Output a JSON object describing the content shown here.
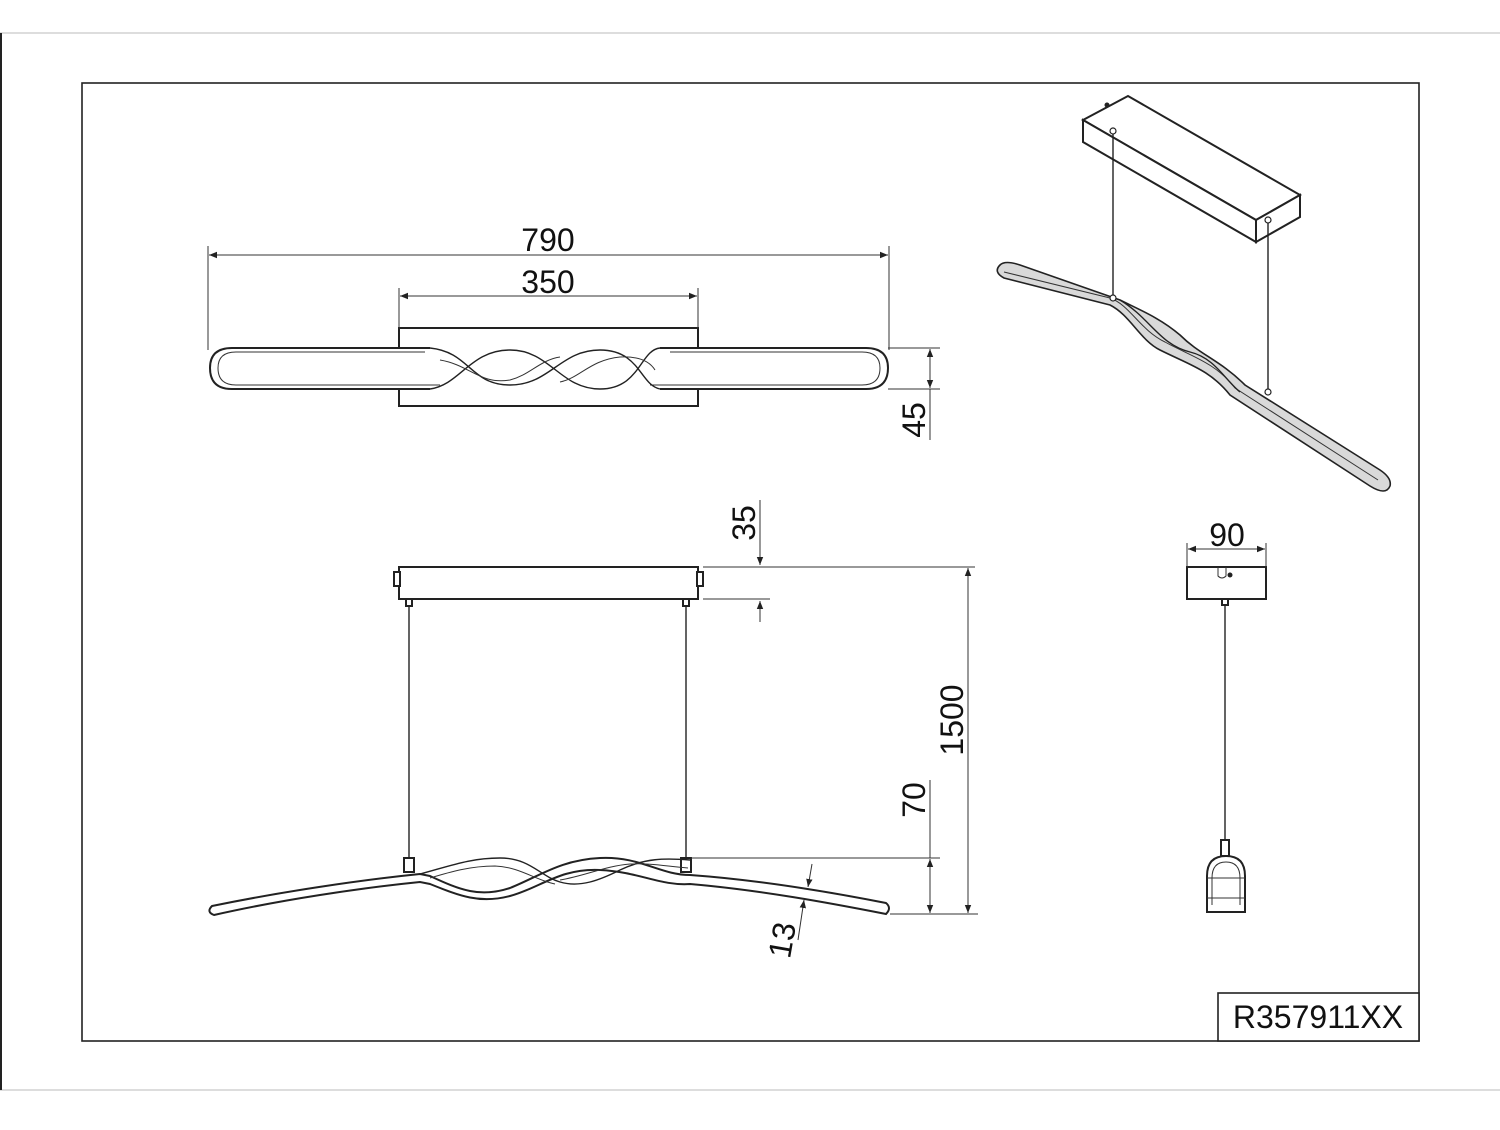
{
  "drawing": {
    "product_code": "R357911XX",
    "dimensions": {
      "overall_length": "790",
      "canopy_length": "350",
      "fixture_height": "45",
      "canopy_height": "35",
      "suspension_height": "1500",
      "fixture_depth": "70",
      "bar_thickness": "13",
      "canopy_width": "90"
    }
  }
}
